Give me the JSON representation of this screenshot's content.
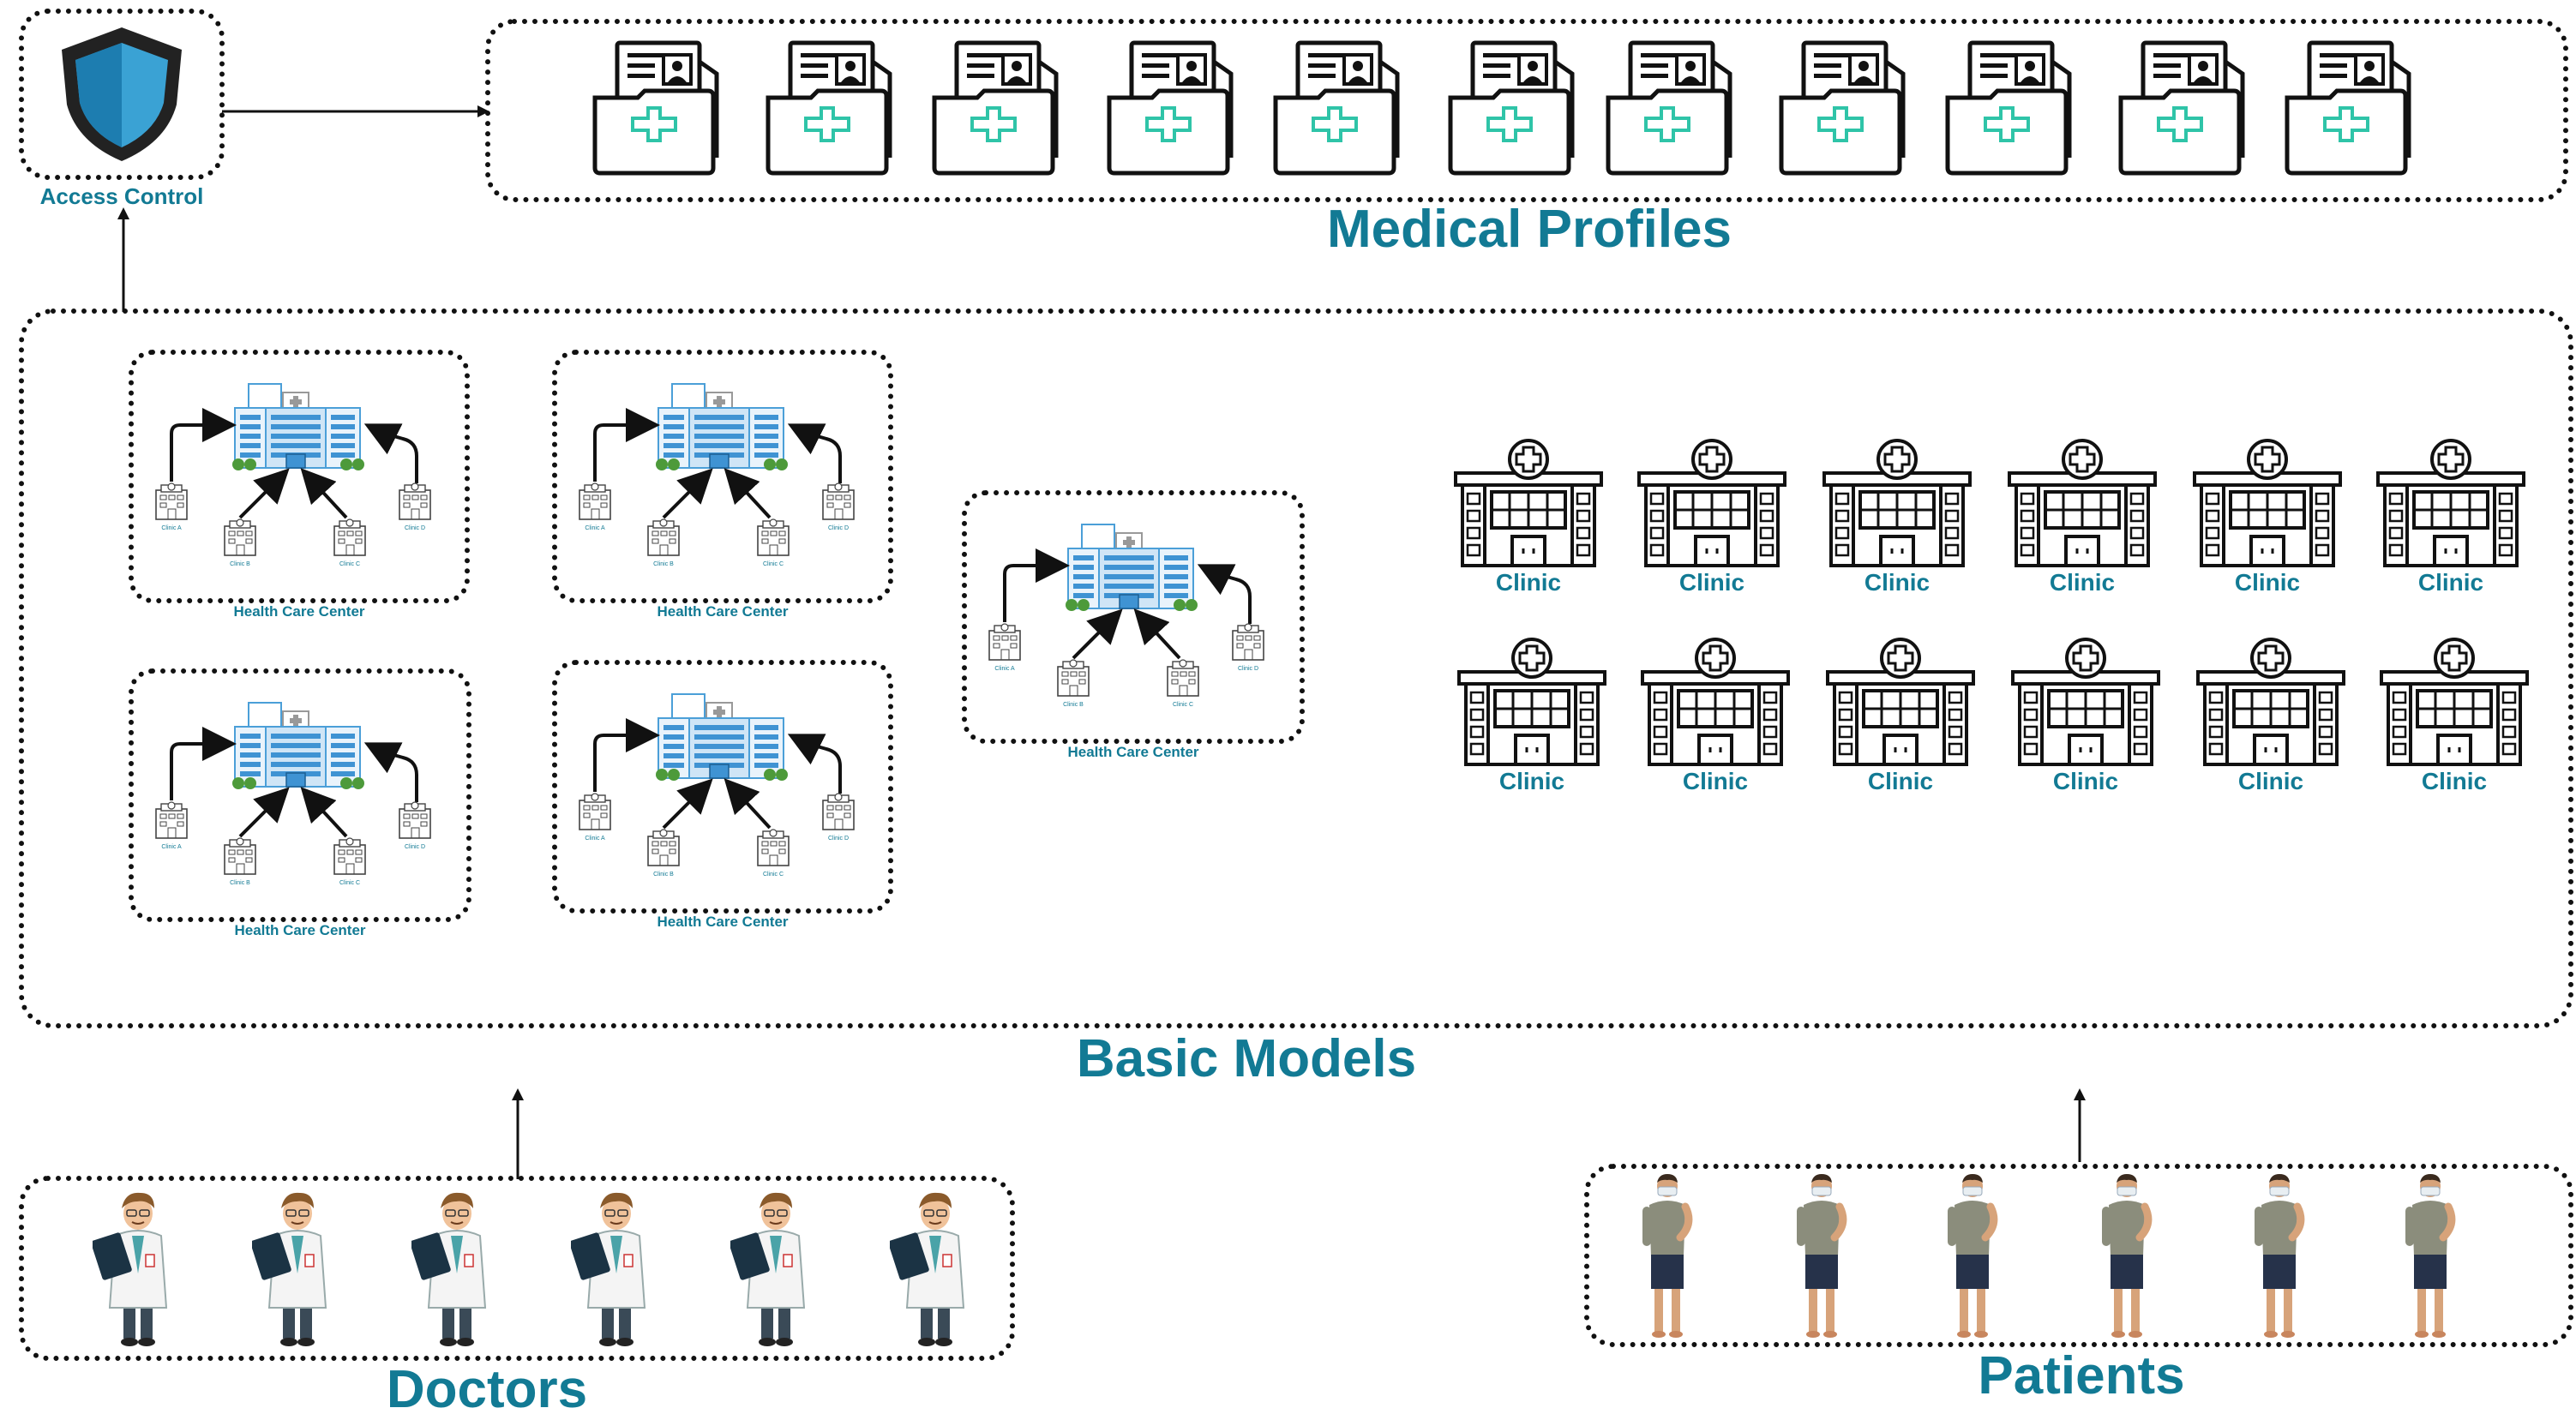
{
  "access_control": {
    "label": "Access Control"
  },
  "medical_profiles": {
    "label": "Medical Profiles",
    "count": 11
  },
  "basic_models": {
    "label": "Basic Models",
    "health_care_centers": [
      {
        "label": "Health Care Center",
        "clinics": [
          "Clinic A",
          "Clinic B",
          "Clinic C",
          "Clinic D"
        ]
      },
      {
        "label": "Health Care Center",
        "clinics": [
          "Clinic A",
          "Clinic B",
          "Clinic C",
          "Clinic D"
        ]
      },
      {
        "label": "Health Care Center",
        "clinics": [
          "Clinic A",
          "Clinic B",
          "Clinic C",
          "Clinic D"
        ]
      },
      {
        "label": "Health Care Center",
        "clinics": [
          "Clinic A",
          "Clinic B",
          "Clinic C",
          "Clinic D"
        ]
      },
      {
        "label": "Health Care Center",
        "clinics": [
          "Clinic A",
          "Clinic B",
          "Clinic C",
          "Clinic D"
        ]
      }
    ],
    "clinics": [
      "Clinic",
      "Clinic",
      "Clinic",
      "Clinic",
      "Clinic",
      "Clinic",
      "Clinic",
      "Clinic",
      "Clinic",
      "Clinic",
      "Clinic",
      "Clinic"
    ]
  },
  "doctors": {
    "label": "Doctors",
    "count": 6
  },
  "patients": {
    "label": "Patients",
    "count": 6
  },
  "colors": {
    "teal": "#127a94",
    "medical_cross": "#2fc4a8",
    "shield": "#3aa2d4"
  }
}
